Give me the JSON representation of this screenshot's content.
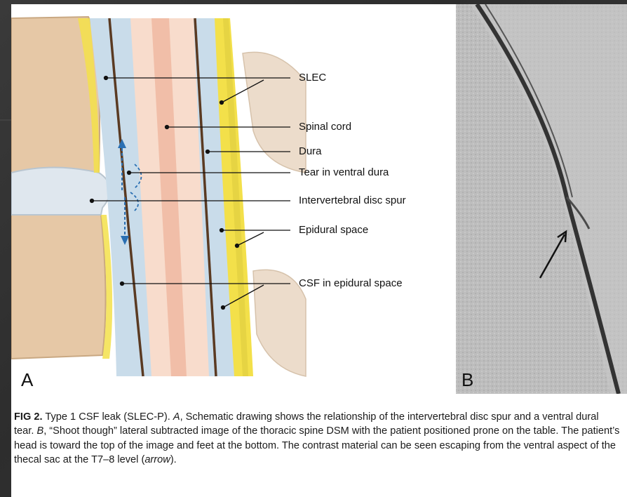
{
  "figure": {
    "panel_a_letter": "A",
    "panel_b_letter": "B",
    "labels": {
      "slec": "SLEC",
      "spinal_cord": "Spinal cord",
      "dura": "Dura",
      "tear": "Tear in ventral dura",
      "disc_spur": "Intervertebral disc spur",
      "epidural_space": "Epidural space",
      "csf_epidural": "CSF in epidural space"
    }
  },
  "caption": {
    "figno": "FIG 2.",
    "part1": " Type 1 CSF leak (SLEC-P). ",
    "a_letter": "A",
    "part2": ", Schematic drawing shows the relationship of the intervertebral disc spur and a ventral dural tear. ",
    "b_letter": "B",
    "part3": ", “Shoot though” lateral subtracted image of the thoracic spine DSM with the patient positioned prone on the table. The patient’s head is toward the top of the image and feet at the bottom. The contrast material can be seen escaping from the ventral aspect of the thecal sac at the T7–8 level (",
    "arrow_word": "arrow",
    "part4": ")."
  },
  "colors": {
    "bone": "#e3c6a6",
    "csf": "#c9dcea",
    "cord": "#f6d7c8",
    "dura": "#5a3a22",
    "epidural_fat": "#f3e04a"
  }
}
